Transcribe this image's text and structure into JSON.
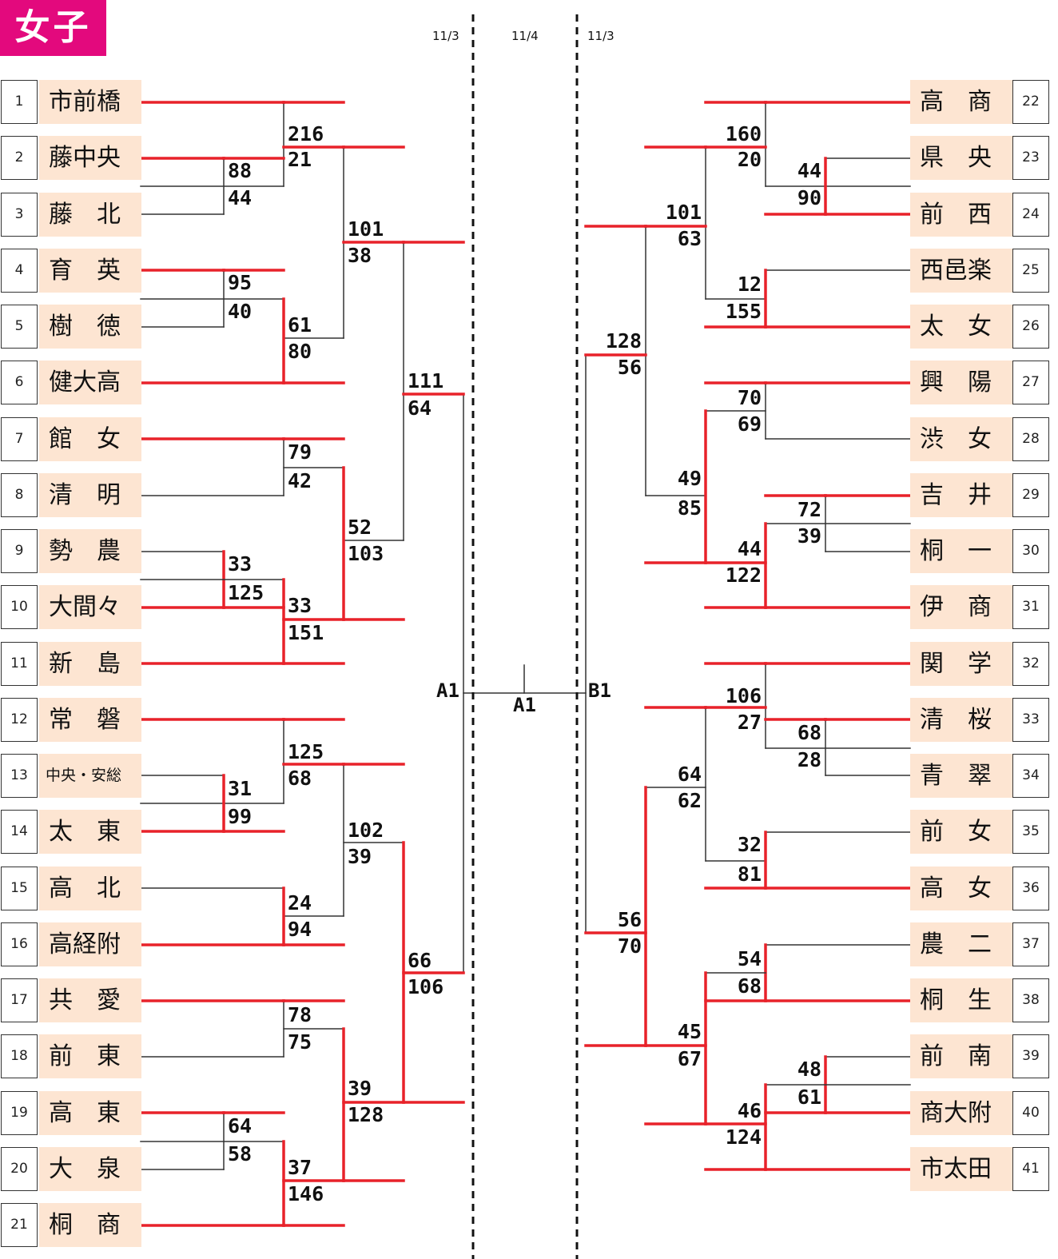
{
  "title": "女子",
  "dates": {
    "left": "11/3",
    "center": "11/4",
    "right": "11/3"
  },
  "labels": {
    "semifinal_left": "A1",
    "final_mark": "A1",
    "semifinal_right": "B1"
  },
  "colors": {
    "winner_line": "#e8222a",
    "loser_line": "#333333",
    "title_bg": "#e3097d",
    "team_bg": "#fde5d2"
  },
  "left_teams": [
    {
      "seed": "1",
      "name": "市前橋"
    },
    {
      "seed": "2",
      "name": "藤中央"
    },
    {
      "seed": "3",
      "name": "藤　北"
    },
    {
      "seed": "4",
      "name": "育　英"
    },
    {
      "seed": "5",
      "name": "樹　徳"
    },
    {
      "seed": "6",
      "name": "健大高"
    },
    {
      "seed": "7",
      "name": "館　女"
    },
    {
      "seed": "8",
      "name": "清　明"
    },
    {
      "seed": "9",
      "name": "勢　農"
    },
    {
      "seed": "10",
      "name": "大間々"
    },
    {
      "seed": "11",
      "name": "新　島"
    },
    {
      "seed": "12",
      "name": "常　磐"
    },
    {
      "seed": "13",
      "name": "中央・安総"
    },
    {
      "seed": "14",
      "name": "太　東"
    },
    {
      "seed": "15",
      "name": "高　北"
    },
    {
      "seed": "16",
      "name": "高経附"
    },
    {
      "seed": "17",
      "name": "共　愛"
    },
    {
      "seed": "18",
      "name": "前　東"
    },
    {
      "seed": "19",
      "name": "高　東"
    },
    {
      "seed": "20",
      "name": "大　泉"
    },
    {
      "seed": "21",
      "name": "桐　商"
    }
  ],
  "right_teams": [
    {
      "seed": "22",
      "name": "高　商"
    },
    {
      "seed": "23",
      "name": "県　央"
    },
    {
      "seed": "24",
      "name": "前　西"
    },
    {
      "seed": "25",
      "name": "西邑楽"
    },
    {
      "seed": "26",
      "name": "太　女"
    },
    {
      "seed": "27",
      "name": "興　陽"
    },
    {
      "seed": "28",
      "name": "渋　女"
    },
    {
      "seed": "29",
      "name": "吉　井"
    },
    {
      "seed": "30",
      "name": "桐　一"
    },
    {
      "seed": "31",
      "name": "伊　商"
    },
    {
      "seed": "32",
      "name": "関　学"
    },
    {
      "seed": "33",
      "name": "清　桜"
    },
    {
      "seed": "34",
      "name": "青　翠"
    },
    {
      "seed": "35",
      "name": "前　女"
    },
    {
      "seed": "36",
      "name": "高　女"
    },
    {
      "seed": "37",
      "name": "農　二"
    },
    {
      "seed": "38",
      "name": "桐　生"
    },
    {
      "seed": "39",
      "name": "前　南"
    },
    {
      "seed": "40",
      "name": "商大附"
    },
    {
      "seed": "41",
      "name": "市太田"
    }
  ],
  "scores": {
    "L1a": "216",
    "L1b": "21",
    "L2a": "88",
    "L2b": "44",
    "L3a": "101",
    "L3b": "38",
    "L4a": "95",
    "L4b": "40",
    "L5a": "61",
    "L5b": "80",
    "L6a": "111",
    "L6b": "64",
    "L7a": "79",
    "L7b": "42",
    "L8a": "52",
    "L8b": "103",
    "L9a": "33",
    "L9b": "125",
    "L10a": "33",
    "L10b": "151",
    "L11a": "125",
    "L11b": "68",
    "L12a": "31",
    "L12b": "99",
    "L13a": "102",
    "L13b": "39",
    "L14a": "24",
    "L14b": "94",
    "L15a": "66",
    "L15b": "106",
    "L16a": "78",
    "L16b": "75",
    "L17a": "39",
    "L17b": "128",
    "L18a": "64",
    "L18b": "58",
    "L19a": "37",
    "L19b": "146",
    "R1a": "160",
    "R1b": "20",
    "R2a": "44",
    "R2b": "90",
    "R3a": "101",
    "R3b": "63",
    "R4a": "12",
    "R4b": "155",
    "R5a": "128",
    "R5b": "56",
    "R6a": "70",
    "R6b": "69",
    "R7a": "49",
    "R7b": "85",
    "R8a": "72",
    "R8b": "39",
    "R9a": "44",
    "R9b": "122",
    "R10a": "106",
    "R10b": "27",
    "R11a": "68",
    "R11b": "28",
    "R12a": "64",
    "R12b": "62",
    "R13a": "32",
    "R13b": "81",
    "R14a": "56",
    "R14b": "70",
    "R15a": "54",
    "R15b": "68",
    "R16a": "45",
    "R16b": "67",
    "R17a": "48",
    "R17b": "61",
    "R18a": "46",
    "R18b": "124"
  }
}
